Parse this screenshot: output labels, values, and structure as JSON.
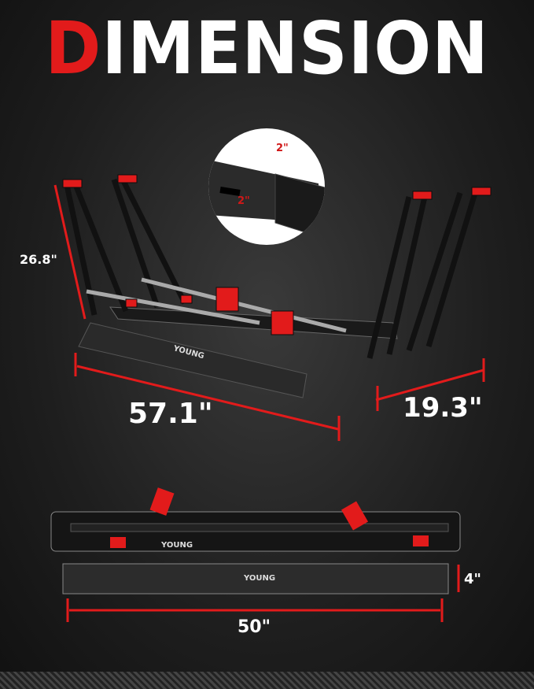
{
  "title": {
    "first_letter": "D",
    "rest": "IMENSION"
  },
  "inset": {
    "width_label": "2\"",
    "height_label": "2\""
  },
  "dimensions": {
    "height": "26.8\"",
    "length": "57.1\"",
    "depth": "19.3\"",
    "folded_height": "4\"",
    "folded_length": "50\""
  },
  "brand": "YOUNG",
  "colors": {
    "accent": "#e21b1b",
    "background": "#1e1e1e",
    "text": "#ffffff"
  }
}
